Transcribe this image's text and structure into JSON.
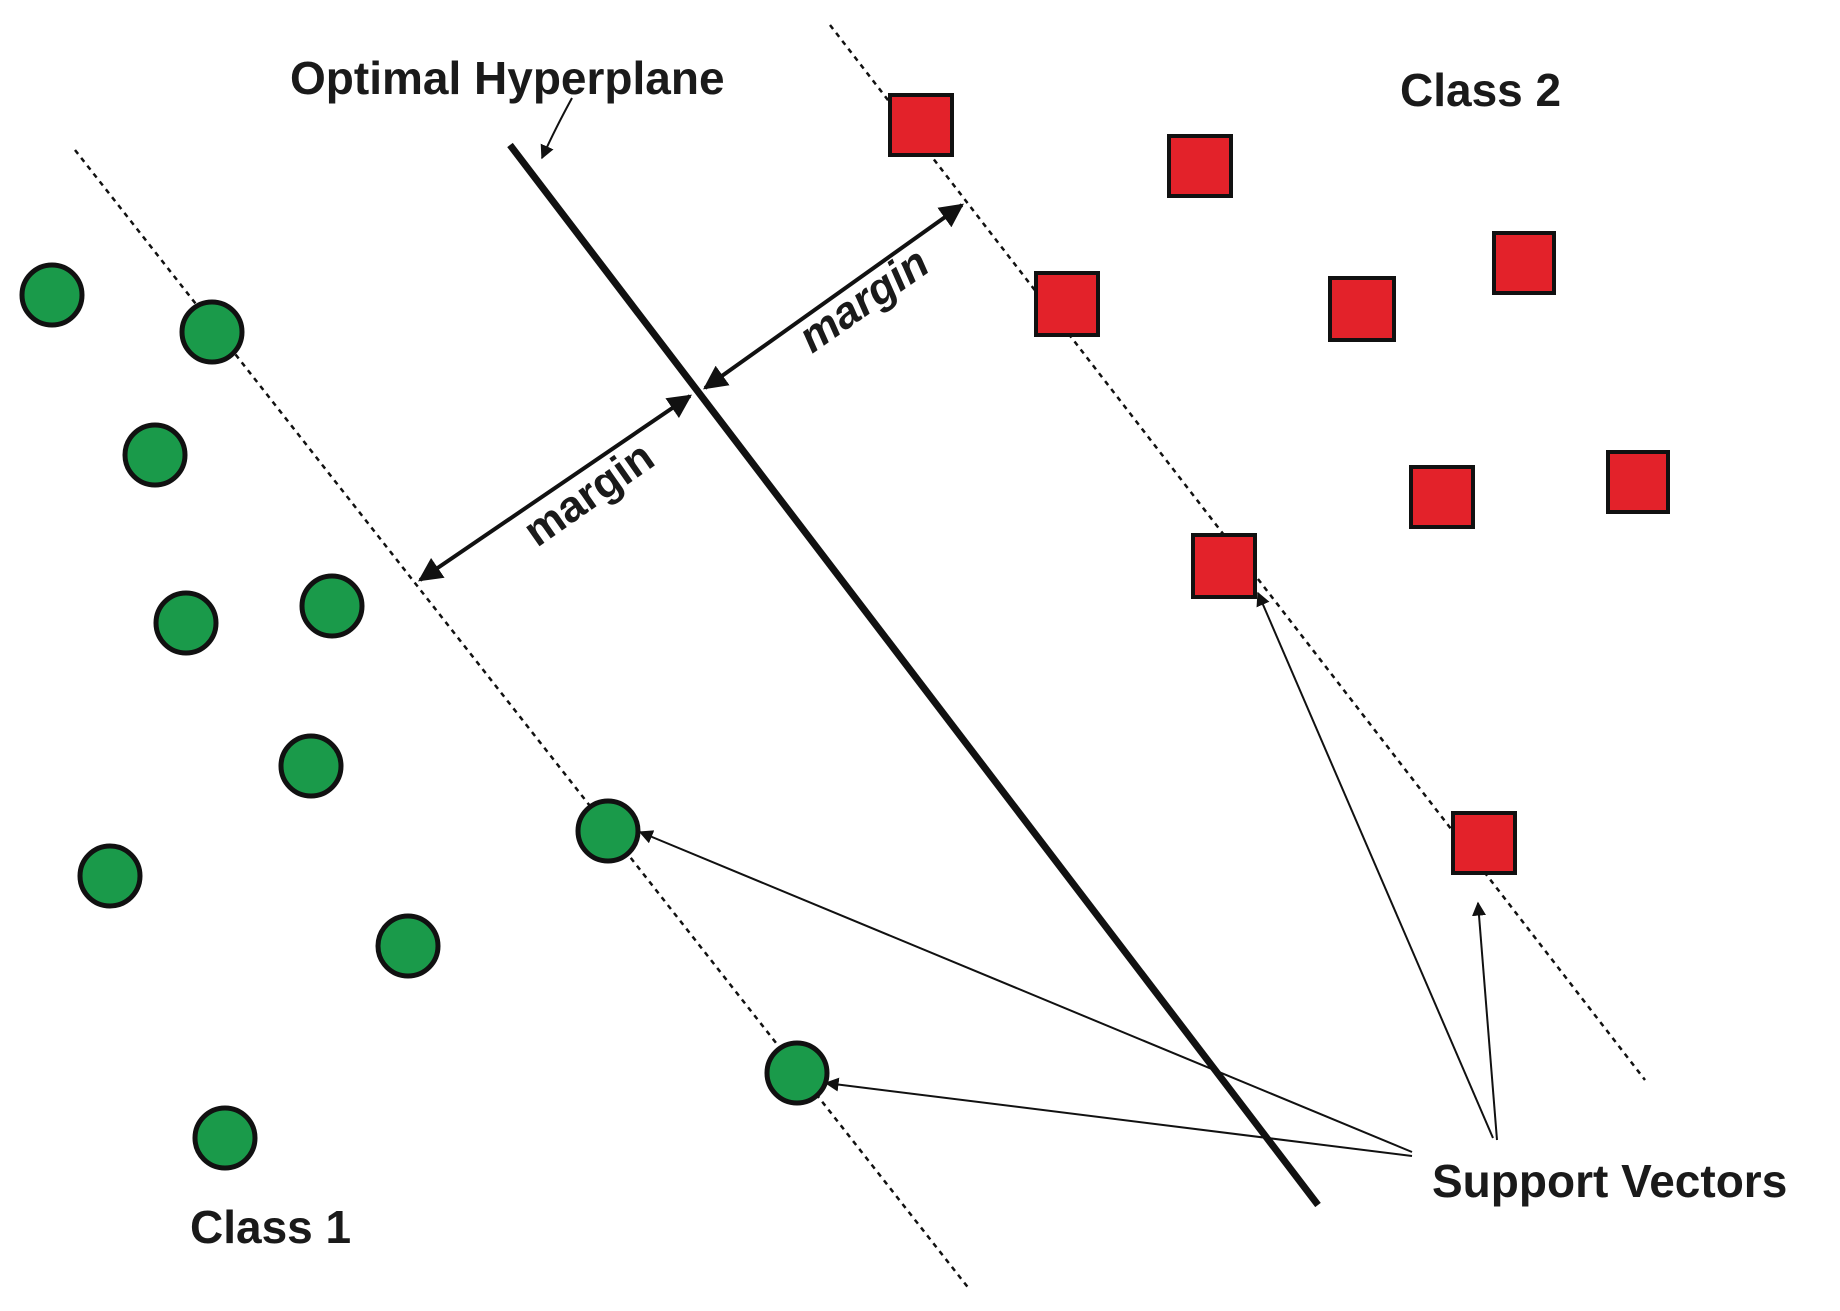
{
  "labels": {
    "optimal_hyperplane": "Optimal Hyperplane",
    "class_1": "Class 1",
    "class_2": "Class 2",
    "margin_left": "margin",
    "margin_right": "margin",
    "support_vectors": "Support Vectors"
  },
  "colors": {
    "class_1_fill": "#1a9a4a",
    "class_2_fill": "#e3222a",
    "line": "#111111"
  },
  "shapes": {
    "class_1": "circle",
    "class_2": "square"
  }
}
